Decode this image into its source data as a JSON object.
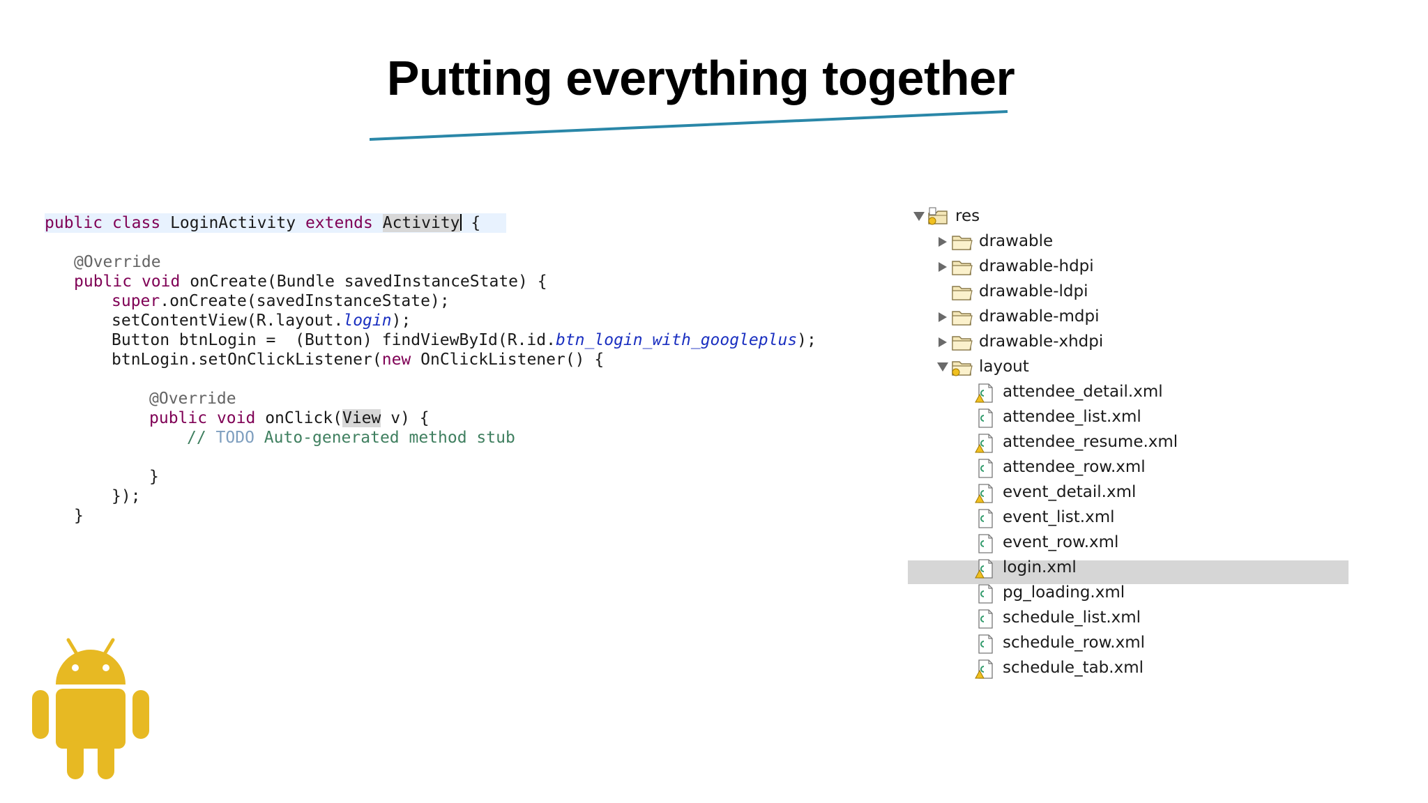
{
  "slide": {
    "title": "Putting everything together",
    "accent_color": "#2a87a8",
    "logo_icon": "android-robot-icon",
    "logo_color": "#e7b923"
  },
  "code": {
    "class_decl": {
      "kw1": "public",
      "kw2": "class",
      "name": "LoginActivity",
      "kw3": "extends",
      "parent": "Activity",
      "brace": " {"
    },
    "override1": "@Override",
    "oncreate": {
      "kw1": "public",
      "kw2": "void",
      "rest": "onCreate(Bundle savedInstanceState) {"
    },
    "super_call": {
      "kw": "super",
      "rest": ".onCreate(savedInstanceState);"
    },
    "set_content": {
      "pre": "setContentView(R.layout.",
      "field": "login",
      "post": ");"
    },
    "button_line": {
      "pre": "Button btnLogin =  (Button) findViewById(R.id.",
      "field": "btn_login_with_googleplus",
      "post": ");"
    },
    "listener_line": {
      "pre": "btnLogin.setOnClickListener(",
      "kw": "new",
      "post": " OnClickListener() {"
    },
    "override2": "@Override",
    "onclick": {
      "kw1": "public",
      "kw2": "void",
      "pre": "onClick(",
      "type": "View",
      "post": " v) {"
    },
    "comment": {
      "slashes": "// ",
      "todo": "TODO",
      "rest": " Auto-generated method stub"
    },
    "close_inner": "}",
    "close_listener": "});",
    "close_method": "}"
  },
  "tree": {
    "root": "res",
    "folders": [
      "drawable",
      "drawable-hdpi",
      "drawable-ldpi",
      "drawable-mdpi",
      "drawable-xhdpi",
      "layout"
    ],
    "files": [
      {
        "name": "attendee_detail.xml",
        "warning": true
      },
      {
        "name": "attendee_list.xml",
        "warning": false
      },
      {
        "name": "attendee_resume.xml",
        "warning": true
      },
      {
        "name": "attendee_row.xml",
        "warning": false
      },
      {
        "name": "event_detail.xml",
        "warning": true
      },
      {
        "name": "event_list.xml",
        "warning": false
      },
      {
        "name": "event_row.xml",
        "warning": false
      },
      {
        "name": "login.xml",
        "warning": true,
        "selected": true
      },
      {
        "name": "pg_loading.xml",
        "warning": false
      },
      {
        "name": "schedule_list.xml",
        "warning": false
      },
      {
        "name": "schedule_row.xml",
        "warning": false
      },
      {
        "name": "schedule_tab.xml",
        "warning": true
      }
    ]
  }
}
